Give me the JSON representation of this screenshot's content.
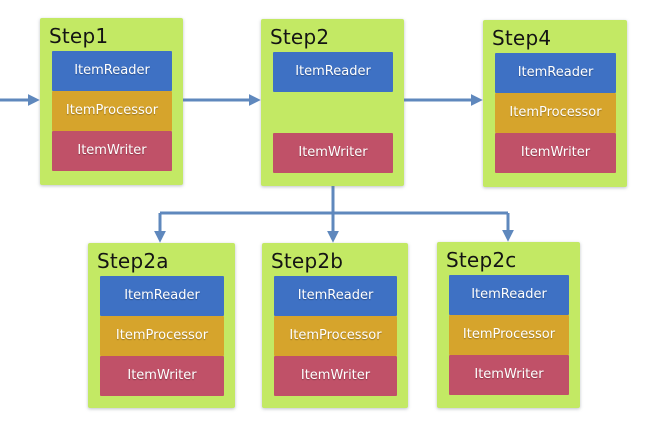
{
  "diagram": {
    "steps": [
      {
        "id": "step1",
        "title": "Step1",
        "components": [
          "ItemReader",
          "ItemProcessor",
          "ItemWriter"
        ]
      },
      {
        "id": "step2",
        "title": "Step2",
        "components": [
          "ItemReader",
          "ItemWriter"
        ]
      },
      {
        "id": "step4",
        "title": "Step4",
        "components": [
          "ItemReader",
          "ItemProcessor",
          "ItemWriter"
        ]
      },
      {
        "id": "step2a",
        "title": "Step2a",
        "components": [
          "ItemReader",
          "ItemProcessor",
          "ItemWriter"
        ]
      },
      {
        "id": "step2b",
        "title": "Step2b",
        "components": [
          "ItemReader",
          "ItemProcessor",
          "ItemWriter"
        ]
      },
      {
        "id": "step2c",
        "title": "Step2c",
        "components": [
          "ItemReader",
          "ItemProcessor",
          "ItemWriter"
        ]
      }
    ]
  },
  "colors": {
    "step-bg": "#c3e964",
    "reader-bg": "#3e71c4",
    "processor-bg": "#d6a42c",
    "writer-bg": "#c05168",
    "arrow": "#5f88bd",
    "title-text": "#141414",
    "component-text": "#ffffff"
  }
}
